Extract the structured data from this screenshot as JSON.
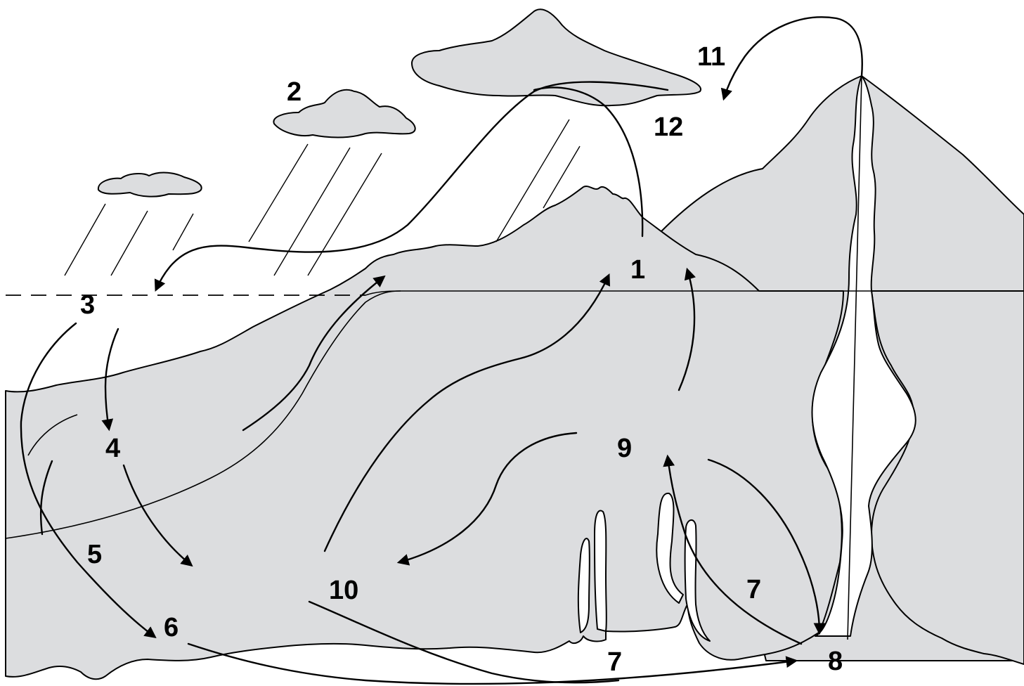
{
  "labels": {
    "l1": "1",
    "l2": "2",
    "l3": "3",
    "l4": "4",
    "l5": "5",
    "l6": "6",
    "l7a": "7",
    "l7b": "7",
    "l8": "8",
    "l9": "9",
    "l10": "10",
    "l11": "11",
    "l12": "12"
  },
  "colors": {
    "terrain_fill": "#dcdddf",
    "line": "#000000",
    "background": "#ffffff"
  }
}
